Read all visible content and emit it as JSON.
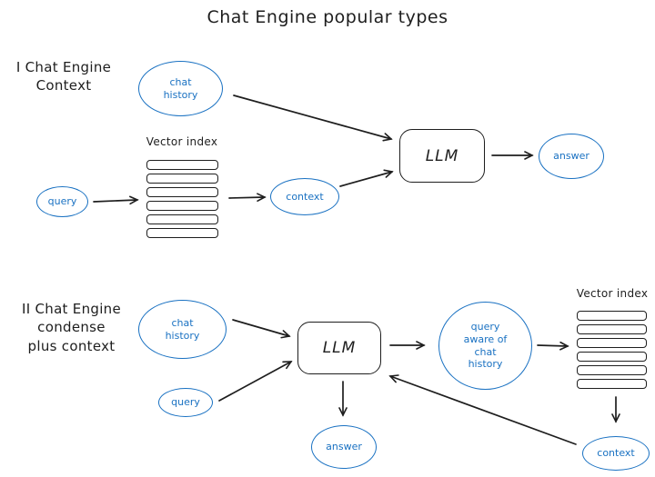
{
  "title": "Chat Engine popular types",
  "colors": {
    "accent": "#1971c2",
    "ink": "#1e1e1e",
    "background": "#ffffff"
  },
  "section_1": {
    "heading": "I Chat Engine\nContext",
    "vector_index_label": "Vector index",
    "nodes": {
      "chat_history": "chat\nhistory",
      "query": "query",
      "context": "context",
      "llm": "LLM",
      "answer": "answer"
    }
  },
  "section_2": {
    "heading": "II Chat Engine\ncondense\nplus context",
    "vector_index_label": "Vector index",
    "nodes": {
      "chat_history": "chat\nhistory",
      "query": "query",
      "llm": "LLM",
      "query_aware": "query\naware of\nchat\nhistory",
      "answer": "answer",
      "context": "context"
    }
  }
}
